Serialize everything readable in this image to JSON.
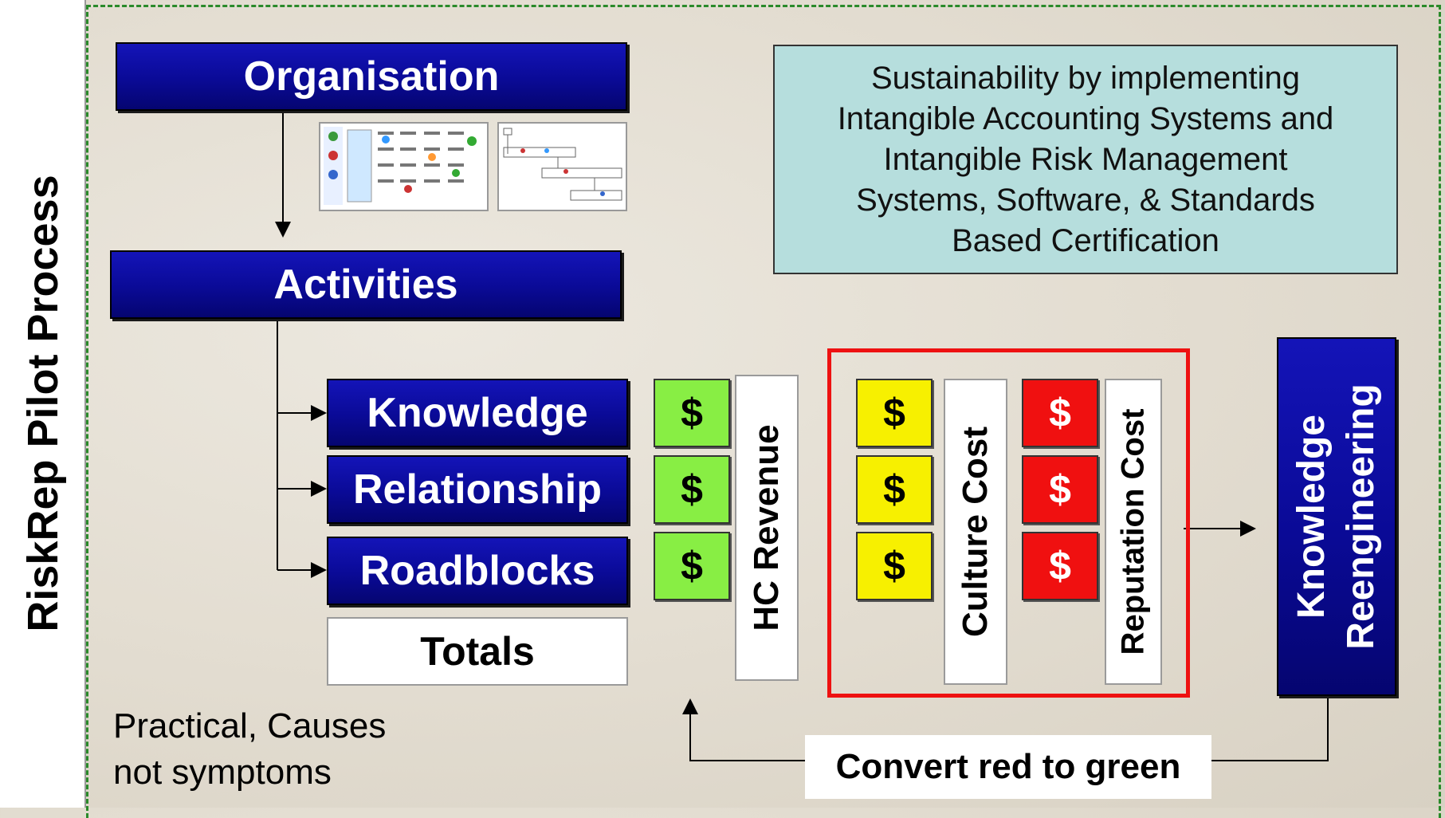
{
  "side_title": "RiskRep Pilot Process",
  "boxes": {
    "organisation": "Organisation",
    "activities": "Activities",
    "knowledge": "Knowledge",
    "relationship": "Relationship",
    "roadblocks": "Roadblocks",
    "totals": "Totals",
    "knowledge_reengineering": [
      "Knowledge",
      "Reengineering"
    ]
  },
  "info_box": [
    "Sustainability by implementing",
    "Intangible Accounting Systems and",
    "Intangible Risk Management",
    "Systems, Software, & Standards",
    "Based Certification"
  ],
  "dollar_symbol": "$",
  "labels": {
    "hc_revenue": "HC Revenue",
    "culture_cost": "Culture Cost",
    "reputation_cost": "Reputation Cost",
    "convert": "Convert red to green"
  },
  "note": [
    "Practical, Causes",
    "not symptoms"
  ],
  "colors": {
    "navy": "#0a0a96",
    "green": "#88ee44",
    "yellow": "#f7f000",
    "red": "#f01010",
    "frame_red": "#ee1111",
    "info_bg": "#b6dedd"
  }
}
